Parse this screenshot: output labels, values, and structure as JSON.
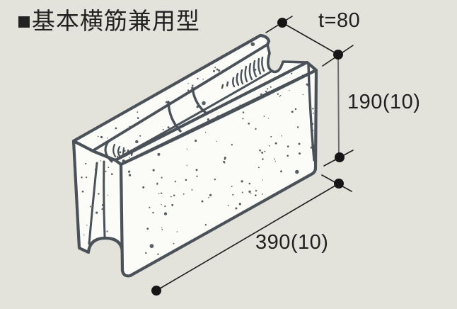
{
  "title": "■基本横筋兼用型",
  "dimensions": {
    "thickness": "t=80",
    "height": "190(10)",
    "length": "390(10)"
  },
  "colors": {
    "background": "#e4e3db",
    "block_fill": "#fbfbf8",
    "line": "#4a5158",
    "dimension": "#1f1f1f",
    "dim_gray": "#6e6e6e"
  }
}
